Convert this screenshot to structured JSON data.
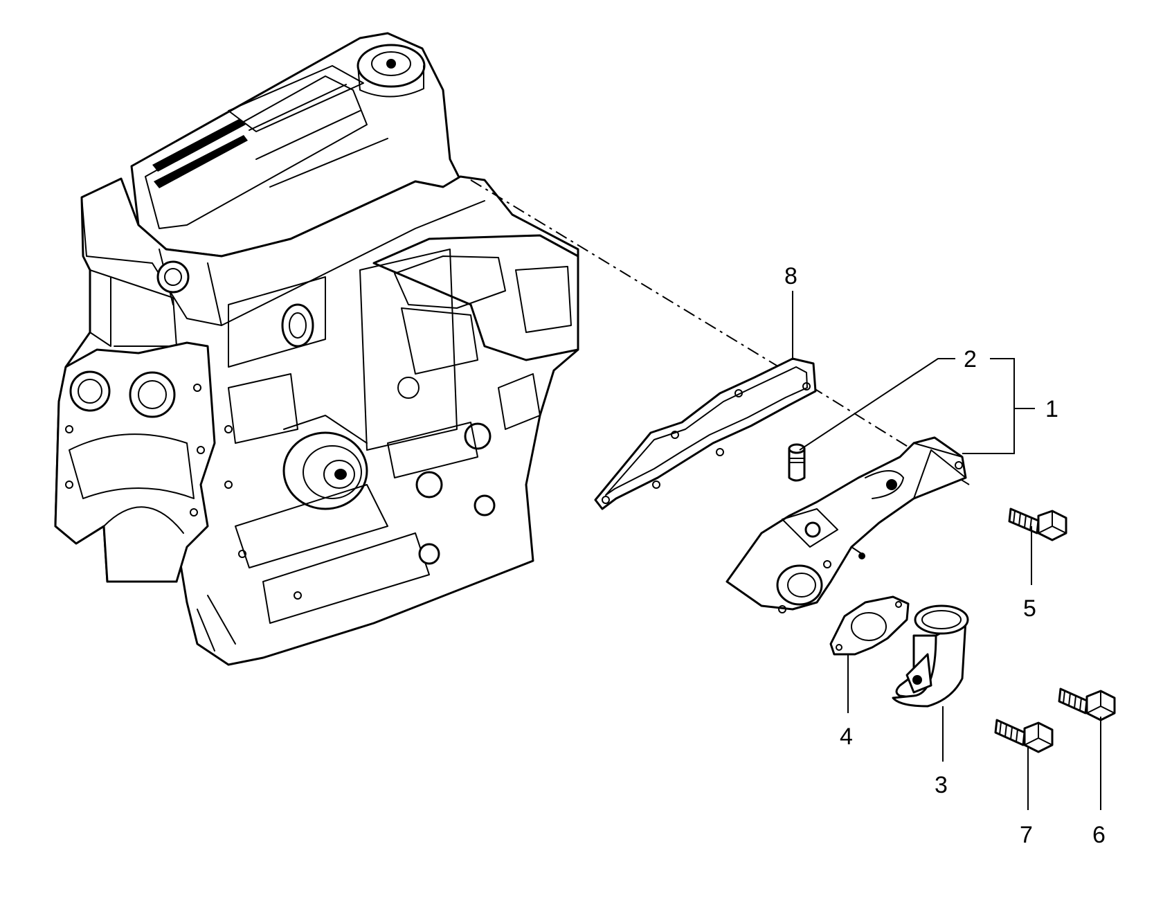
{
  "diagram": {
    "callouts": [
      {
        "id": "1",
        "text": "1"
      },
      {
        "id": "2",
        "text": "2"
      },
      {
        "id": "3",
        "text": "3"
      },
      {
        "id": "4",
        "text": "4"
      },
      {
        "id": "5",
        "text": "5"
      },
      {
        "id": "6",
        "text": "6"
      },
      {
        "id": "7",
        "text": "7"
      },
      {
        "id": "8",
        "text": "8"
      }
    ],
    "colors": {
      "line": "#000000",
      "background": "#ffffff"
    }
  }
}
